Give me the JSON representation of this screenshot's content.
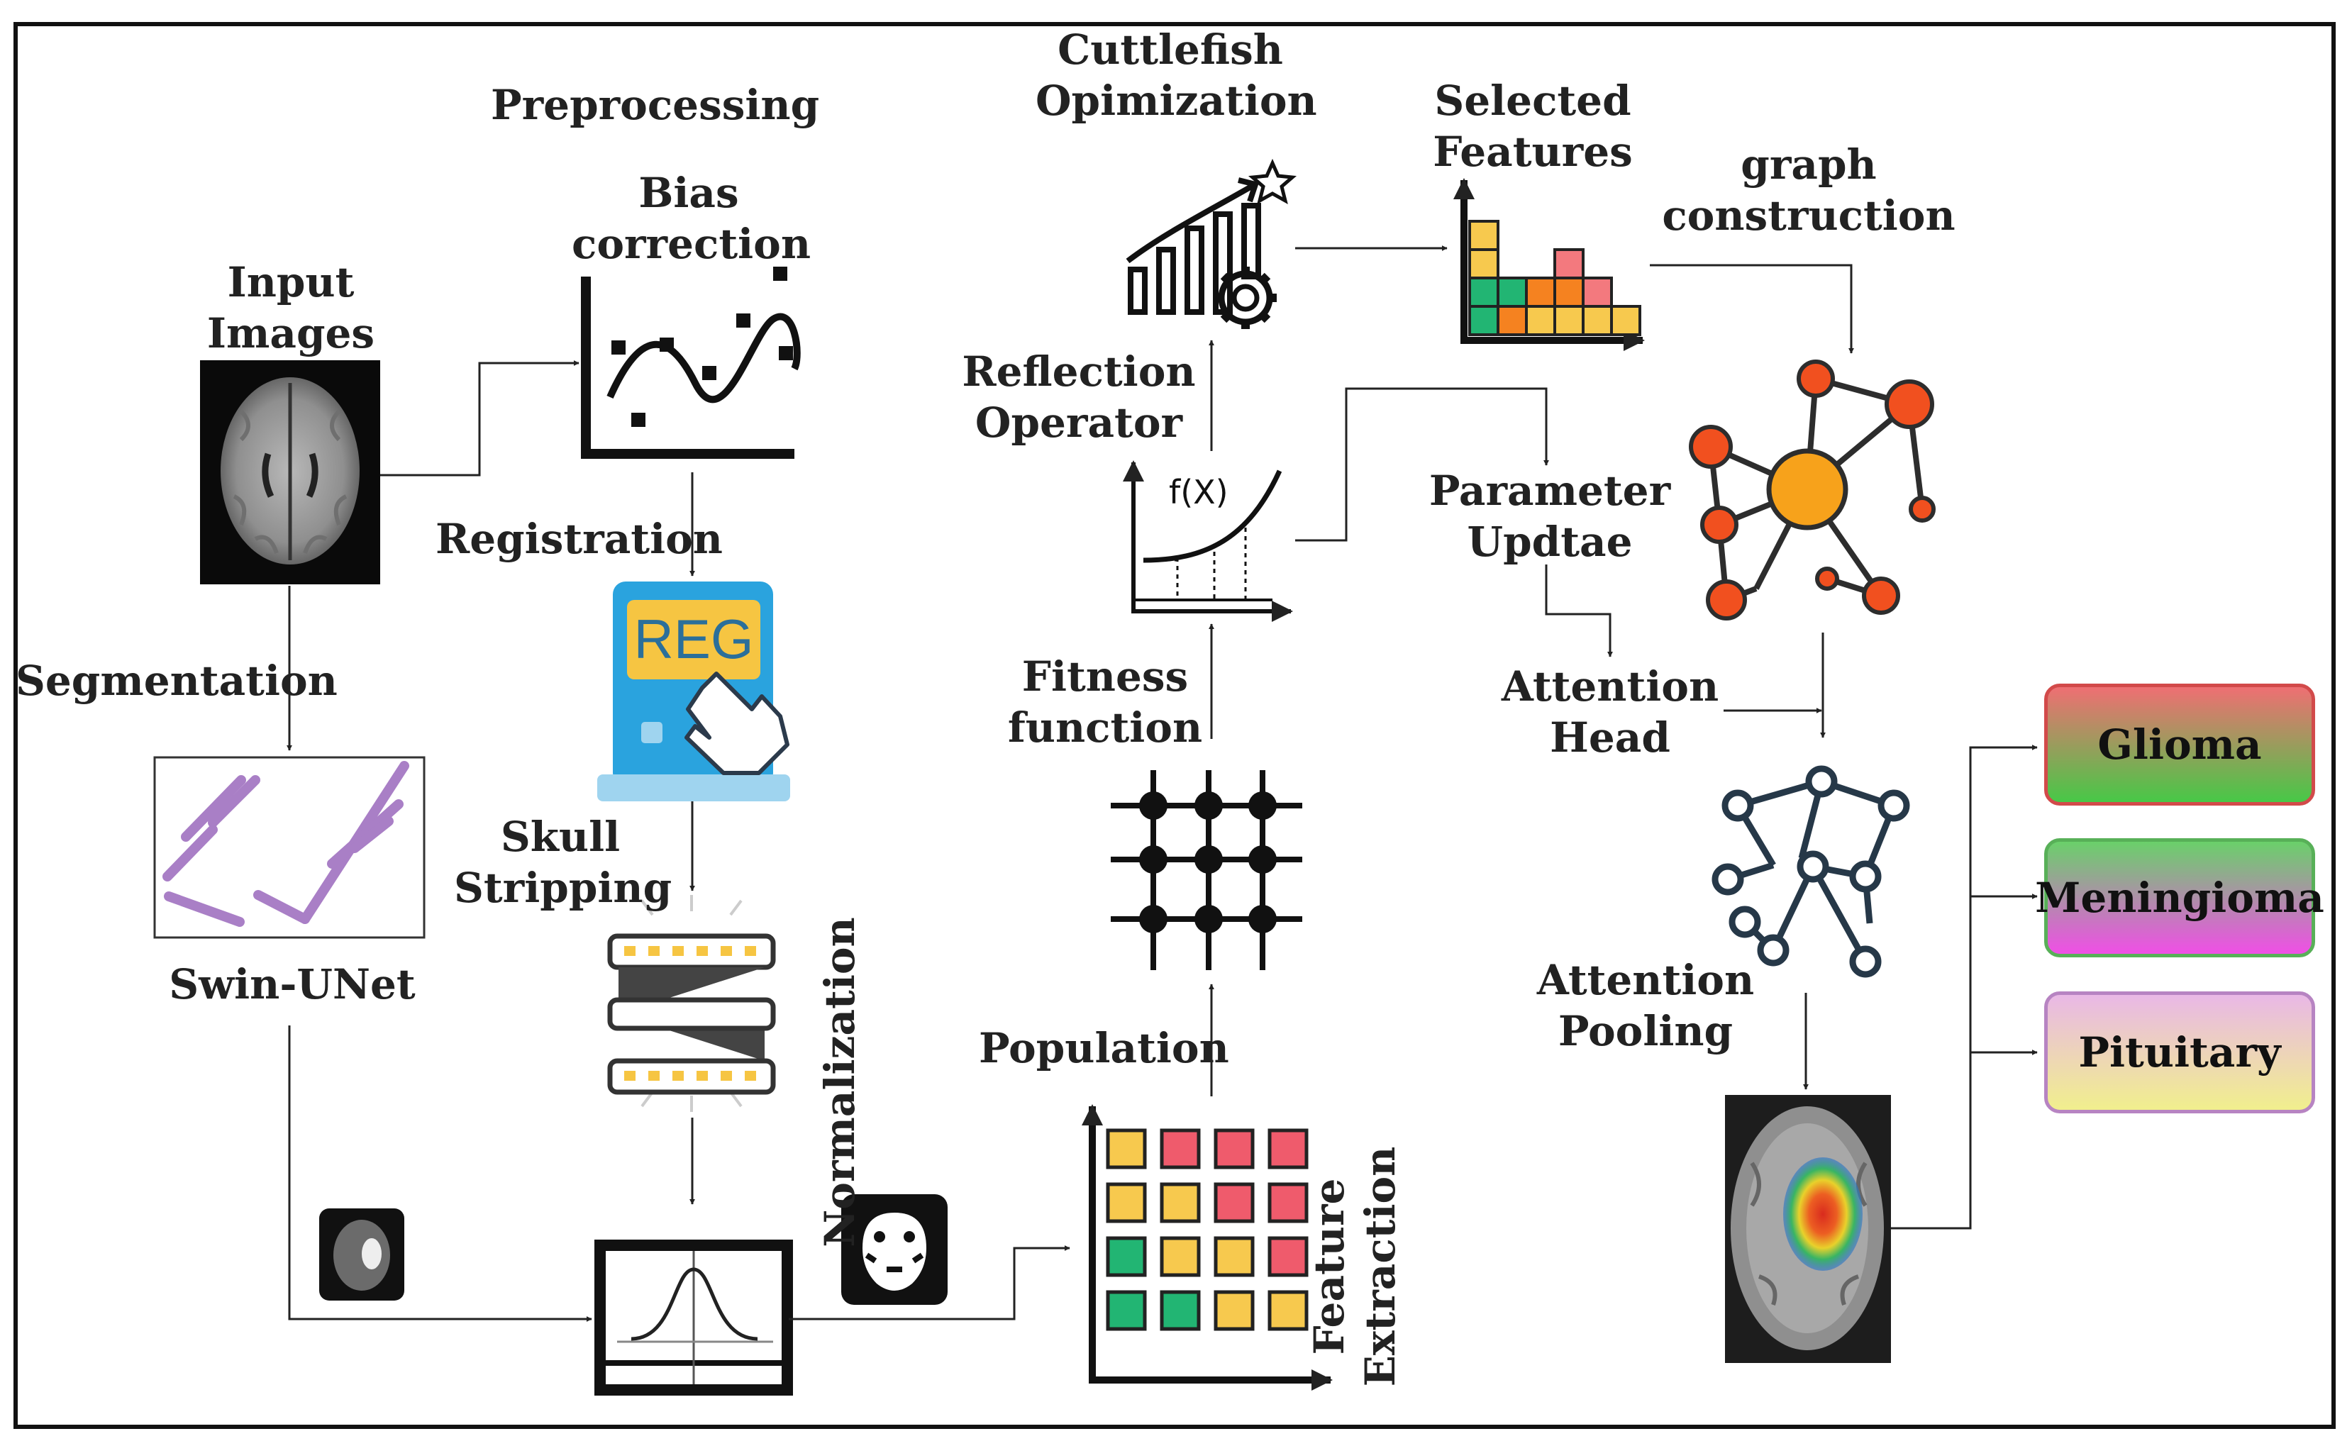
{
  "labels": {
    "preprocessing": "Preprocessing",
    "input_images": [
      "Input",
      "Images"
    ],
    "bias_correction": [
      "Bias",
      "correction"
    ],
    "registration": "Registration",
    "reg_icon_text": "REG",
    "segmentation": "Segmentation",
    "swin_unet": "Swin-UNet",
    "skull_stripping": [
      "Skull",
      "Stripping"
    ],
    "normalization": "Normalization",
    "cuttlefish": [
      "Cuttlefish",
      "Opimization"
    ],
    "reflection_operator": [
      "Reflection",
      "Operator"
    ],
    "fx_text": "f(X)",
    "fitness_function": [
      "Fitness",
      "function"
    ],
    "population": "Population",
    "feature_extraction": [
      "Feature",
      "Extraction"
    ],
    "selected_features": [
      "Selected",
      "Features"
    ],
    "graph_construction": [
      "graph",
      "construction"
    ],
    "parameter_update": [
      "Parameter",
      "Updtae"
    ],
    "attention_head": [
      "Attention",
      "Head"
    ],
    "attention_pooling": [
      "Attention",
      "Pooling"
    ]
  },
  "classes": [
    {
      "label": "Glioma",
      "top": "#ef6f73",
      "bottom": "#47c847",
      "border": "#d24a4a"
    },
    {
      "label": "Meningioma",
      "top": "#6ad06a",
      "bottom": "#f04fe6",
      "border": "#58b058"
    },
    {
      "label": "Pituitary",
      "top": "#e9b8e6",
      "bottom": "#f1ef8d",
      "border": "#b784c2"
    }
  ],
  "colors": {
    "line": "#222222",
    "yellow": "#f7c94e",
    "red": "#ef5b6c",
    "pink": "#f3797e",
    "green": "#22b573",
    "orange": "#f58220",
    "graph_node": "#f1501f",
    "graph_hub": "#f7a21b",
    "reg_blue": "#2aa3de",
    "purple": "#b075c6",
    "navy": "#263848"
  },
  "feature_grid": [
    [
      "yellow",
      "red",
      "red",
      "red"
    ],
    [
      "yellow",
      "yellow",
      "red",
      "red"
    ],
    [
      "green",
      "yellow",
      "yellow",
      "red"
    ],
    [
      "green",
      "green",
      "yellow",
      "yellow"
    ]
  ],
  "selected_features_bars": [
    [
      "yellow",
      "yellow",
      "green",
      "green"
    ],
    [
      "green",
      "orange"
    ],
    [
      "orange",
      "yellow"
    ],
    [
      "pink",
      "orange",
      "yellow"
    ],
    [
      "pink",
      "yellow"
    ],
    [
      "yellow"
    ]
  ]
}
